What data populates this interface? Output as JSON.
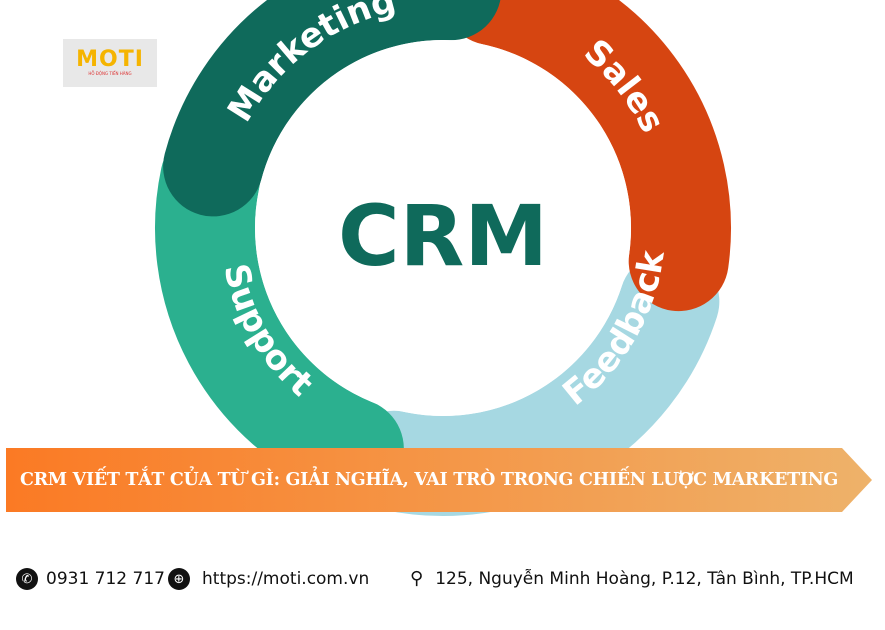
{
  "logo": {
    "text": "MOTI",
    "tagline": "HỖ ĐỘNG TIẾN HÀNG"
  },
  "diagram": {
    "center_label": "CRM",
    "segments": [
      {
        "label": "Marketing",
        "color": "#0f6a5b"
      },
      {
        "label": "Sales",
        "color": "#d64511"
      },
      {
        "label": "Feedback",
        "color": "#a6d8e2"
      },
      {
        "label": "Support",
        "color": "#2bb08f"
      }
    ]
  },
  "banner": {
    "title": "CRM VIẾT TẮT CỦA TỪ GÌ: GIẢI NGHĨA, VAI TRÒ TRONG CHIẾN LƯỢC MARKETING"
  },
  "contact": {
    "phone": "0931 712 717",
    "website": "https://moti.com.vn",
    "address": "125, Nguyễn Minh Hoàng, P.12, Tân Bình, TP.HCM"
  }
}
